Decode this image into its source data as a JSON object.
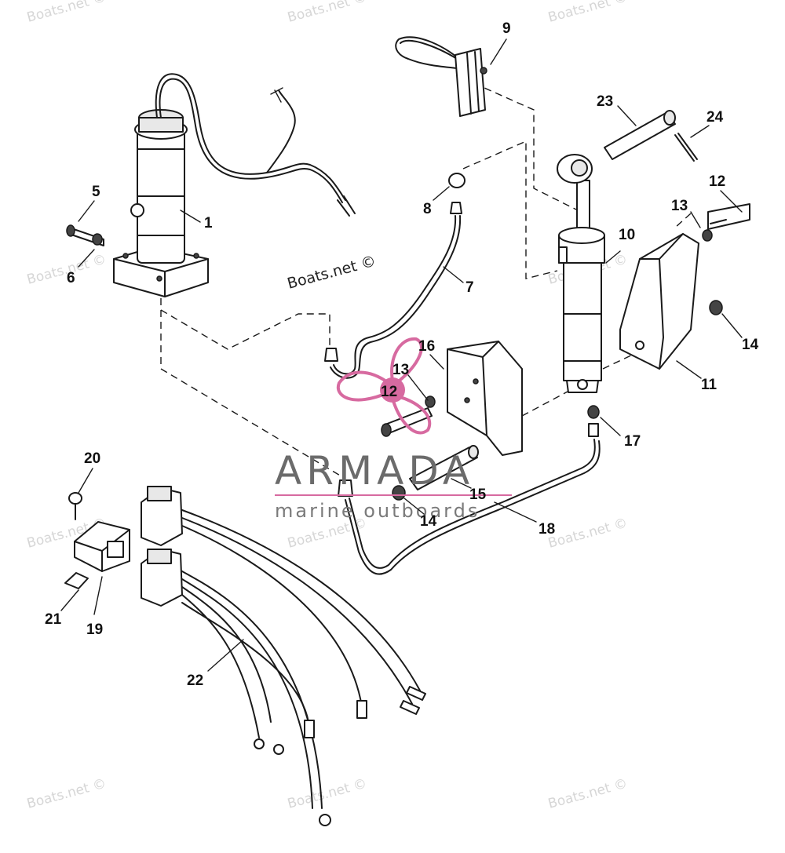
{
  "watermarks": {
    "tl": "Boats.net ©",
    "tc": "Boats.net ©",
    "tr": "Boats.net ©",
    "ml": "Boats.net ©",
    "center": "Boats.net ©",
    "mr": "Boats.net ©",
    "ll": "Boats.net ©",
    "lc": "Boats.net ©",
    "lr": "Boats.net ©",
    "bl": "Boats.net ©",
    "bc": "Boats.net ©",
    "br": "Boats.net ©"
  },
  "logo": {
    "name": "ARMADA",
    "tagline": "marine outboards",
    "accent_color": "#d76aa0"
  },
  "callouts": {
    "c1": "1",
    "c5": "5",
    "c6": "6",
    "c7": "7",
    "c8": "8",
    "c9": "9",
    "c10": "10",
    "c11": "11",
    "c12a": "12",
    "c12b": "12",
    "c13a": "13",
    "c13b": "13",
    "c14a": "14",
    "c14b": "14",
    "c15": "15",
    "c16": "16",
    "c17": "17",
    "c18": "18",
    "c19": "19",
    "c20": "20",
    "c21": "21",
    "c22": "22",
    "c23": "23",
    "c24": "24"
  }
}
